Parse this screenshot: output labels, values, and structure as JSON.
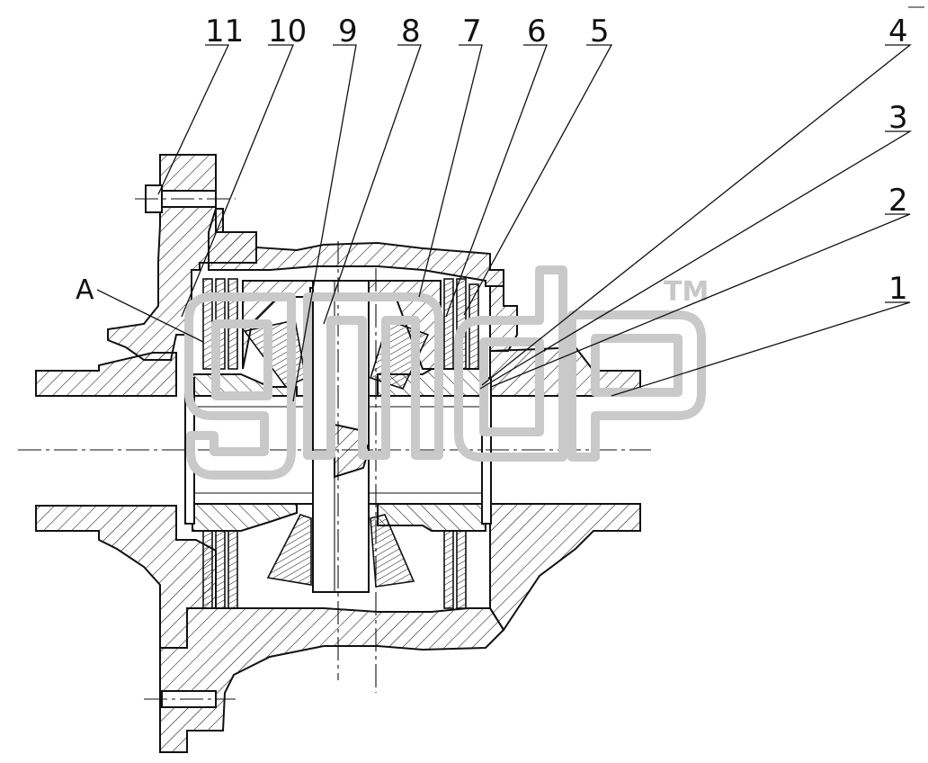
{
  "callouts": [
    "11",
    "10",
    "9",
    "8",
    "7",
    "6",
    "5",
    "4",
    "3",
    "2",
    "1"
  ],
  "detail_letter": "A",
  "watermark": {
    "mark": "TM"
  },
  "colors": {
    "line": "#111111",
    "background": "#ffffff",
    "watermark": "#c9c9c9"
  }
}
